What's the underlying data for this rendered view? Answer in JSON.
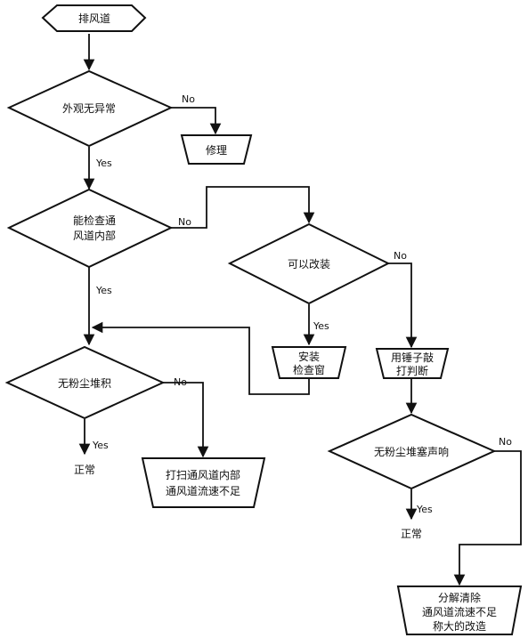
{
  "nodes": {
    "start": "排风道",
    "d_appearance": "外观无异常",
    "repair": "修理",
    "d_inspect": [
      "能检查通",
      "风道内部"
    ],
    "d_modify": "可以改装",
    "install": [
      "安装",
      "检查窗"
    ],
    "hammer": [
      "用锤子敲",
      "打判断"
    ],
    "d_dust": "无粉尘堆积",
    "d_noise": "无粉尘堆塞声响",
    "normal1": "正常",
    "normal2": "正常",
    "clean": [
      "打扫通风道内部",
      "通风道流速不足"
    ],
    "remove": [
      "分解清除",
      "通风道流速不足",
      "称大的改造"
    ]
  },
  "labels": {
    "no": "No",
    "yes": "Yes"
  }
}
